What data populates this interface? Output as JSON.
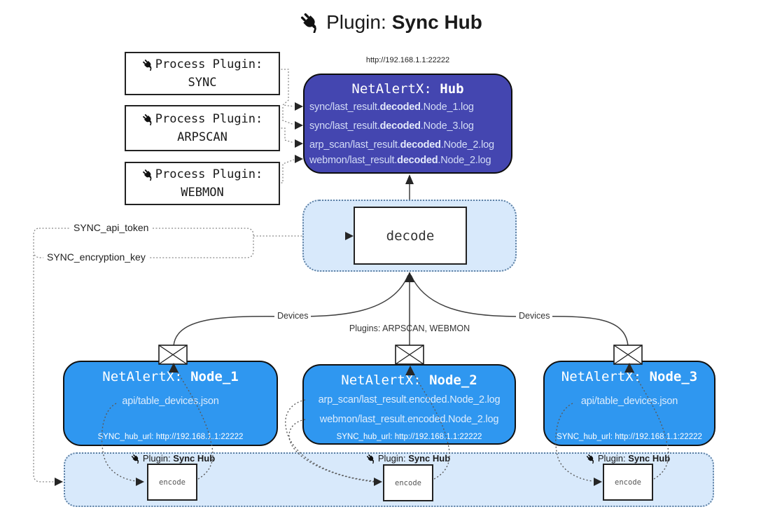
{
  "title": {
    "prefix": "Plugin: ",
    "bold": "Sync Hub"
  },
  "plugin_boxes": [
    {
      "line1": "Process Plugin:",
      "line2": "SYNC"
    },
    {
      "line1": "Process Plugin:",
      "line2": "ARPSCAN"
    },
    {
      "line1": "Process Plugin:",
      "line2": "WEBMON"
    }
  ],
  "hub": {
    "url": "http://192.168.1.1:22222",
    "title_prefix": "NetAlertX: ",
    "title_bold": "Hub",
    "logs": [
      {
        "pre": "sync/last_result.",
        "bold": "decoded",
        "post": ".Node_1.log"
      },
      {
        "pre": "sync/last_result.",
        "bold": "decoded",
        "post": ".Node_3.log"
      },
      {
        "pre": "arp_scan/last_result.",
        "bold": "decoded",
        "post": ".Node_2.log"
      },
      {
        "pre": "webmon/last_result.",
        "bold": "decoded",
        "post": ".Node_2.log"
      }
    ]
  },
  "decode_label": "decode",
  "keys": {
    "api_token": "SYNC_api_token",
    "encryption_key": "SYNC_encryption_key"
  },
  "edge_labels": {
    "devices_left": "Devices",
    "plugins_center": "Plugins: ARPSCAN, WEBMON",
    "devices_right": "Devices"
  },
  "nodes": [
    {
      "title_prefix": "NetAlertX: ",
      "title_bold": "Node_1",
      "files": [
        "api/table_devices.json"
      ],
      "hub_url": "SYNC_hub_url: http://192.168.1.1:22222"
    },
    {
      "title_prefix": "NetAlertX: ",
      "title_bold": "Node_2",
      "files": [
        "arp_scan/last_result.encoded.Node_2.log",
        "webmon/last_result.encoded.Node_2.log"
      ],
      "hub_url": "SYNC_hub_url: http://192.168.1.1:22222"
    },
    {
      "title_prefix": "NetAlertX: ",
      "title_bold": "Node_3",
      "files": [
        "api/table_devices.json"
      ],
      "hub_url": "SYNC_hub_url: http://192.168.1.1:22222"
    }
  ],
  "encoders": [
    {
      "label_prefix": "Plugin: ",
      "label_bold": "Sync Hub",
      "box_label": "encode"
    },
    {
      "label_prefix": "Plugin: ",
      "label_bold": "Sync Hub",
      "box_label": "encode"
    },
    {
      "label_prefix": "Plugin: ",
      "label_bold": "Sync Hub",
      "box_label": "encode"
    }
  ],
  "colors": {
    "hub_bg": "#4446b0",
    "node_bg": "#2f97f0",
    "band_bg": "#d8e9fb",
    "band_border": "#5c7fa3",
    "connector": "#3f3f3f"
  }
}
